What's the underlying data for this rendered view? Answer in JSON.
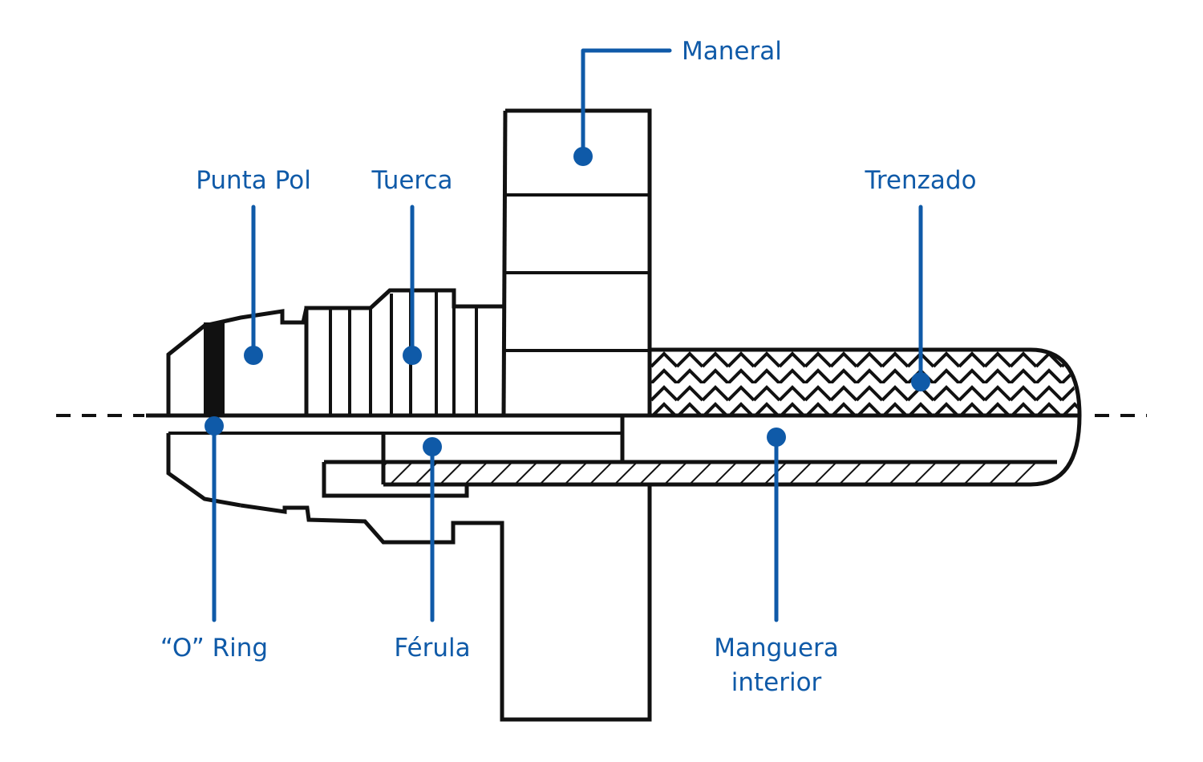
{
  "diagram": {
    "labels": {
      "maneral": "Maneral",
      "punta_pol": "Punta Pol",
      "tuerca": "Tuerca",
      "trenzado": "Trenzado",
      "o_ring": "“O” Ring",
      "ferula": "Férula",
      "manguera_line1": "Manguera",
      "manguera_line2": "interior"
    },
    "colors": {
      "accent": "#0f5aa8",
      "outline": "#111111",
      "background": "#ffffff"
    }
  }
}
